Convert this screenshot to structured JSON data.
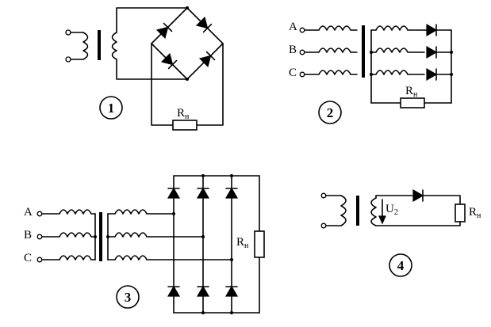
{
  "diagrams": {
    "d1": {
      "number": "1",
      "load_label": "R",
      "load_sub": "н"
    },
    "d2": {
      "number": "2",
      "phase_a": "A",
      "phase_b": "B",
      "phase_c": "C",
      "load_label": "R",
      "load_sub": "н"
    },
    "d3": {
      "number": "3",
      "phase_a": "A",
      "phase_b": "B",
      "phase_c": "C",
      "load_label": "R",
      "load_sub": "н"
    },
    "d4": {
      "number": "4",
      "voltage_label": "U",
      "voltage_sub": "2",
      "load_label": "R",
      "load_sub": "н"
    }
  }
}
